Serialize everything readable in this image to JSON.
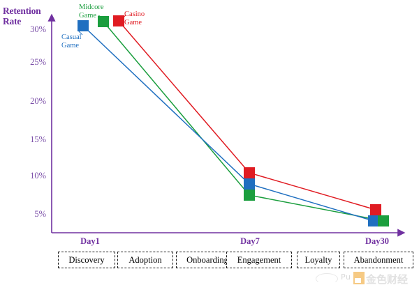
{
  "chart_data": {
    "type": "line",
    "title": "",
    "ylabel": "Retention Rate",
    "xlabel": "",
    "categories": [
      "Day1",
      "Day7",
      "Day30"
    ],
    "x_tick_labels": [
      "Day1",
      "Day7",
      "Day30"
    ],
    "y_tick_labels": [
      "30%",
      "25%",
      "20%",
      "15%",
      "10%",
      "5%"
    ],
    "y_tick_values": [
      30,
      25,
      20,
      15,
      10,
      5
    ],
    "ylim": [
      3,
      31
    ],
    "y_unit": "%",
    "grid": false,
    "legend": "inline-annotations",
    "marker": "square",
    "series": [
      {
        "name": "Casual Game",
        "color": "#1f6fc0",
        "values": [
          29.4,
          8.6,
          4.2
        ]
      },
      {
        "name": "Midcore Game",
        "color": "#1b9e3e",
        "values": [
          30.1,
          7.3,
          4.2
        ]
      },
      {
        "name": "Casino Game",
        "color": "#e01b22",
        "values": [
          30.2,
          10.1,
          5.4
        ]
      }
    ],
    "annotations": [
      {
        "text": "Casual Game",
        "series": "Casual Game",
        "color": "#1f6fc0"
      },
      {
        "text": "Midcore Game",
        "series": "Midcore Game",
        "color": "#1b9e3e"
      },
      {
        "text": "Casino Game",
        "series": "Casino Game",
        "color": "#e01b22"
      }
    ]
  },
  "axes": {
    "y_title_line1": "Retention",
    "y_title_line2": "Rate",
    "axis_color": "#7030a0",
    "tick_color": "#7b4fa8",
    "yticks": [
      "30%",
      "25%",
      "20%",
      "15%",
      "10%",
      "5%"
    ],
    "xticks": [
      "Day1",
      "Day7",
      "Day30"
    ]
  },
  "series_labels": {
    "casual_line1": "Casual",
    "casual_line2": "Game",
    "midcore_line1": "Midcore",
    "midcore_line2": "Game",
    "casino_line1": "Casino",
    "casino_line2": "Game"
  },
  "stages": {
    "boxes": [
      {
        "label": "Discovery"
      },
      {
        "label": "Adoption"
      },
      {
        "label": "Onboarding"
      },
      {
        "label": "Engagement"
      },
      {
        "label": "Loyalty"
      },
      {
        "label": "Abandonment"
      }
    ]
  },
  "watermark": {
    "latin": "Pu",
    "chinese": "金色财经"
  }
}
